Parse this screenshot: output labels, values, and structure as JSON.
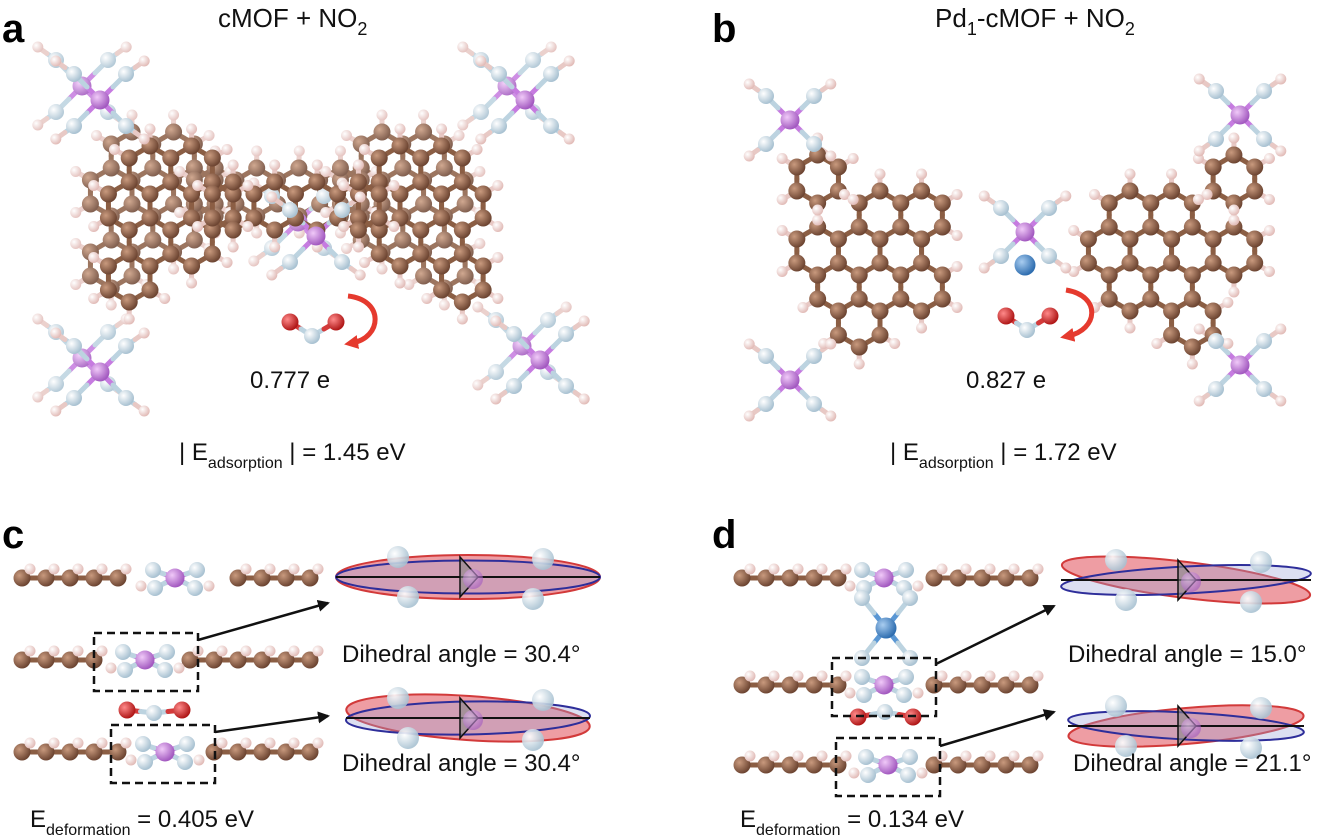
{
  "colors": {
    "carbon": "#8B5E44",
    "hydrogen": "#F2D7D5",
    "nitrogen": "#CFE0EA",
    "nickel": "#C67BE0",
    "palladium": "#4C8FD1",
    "oxygen": "#D42C2C",
    "arrow": "#E53A2E",
    "plane_red": "#E87C84",
    "plane_blue": "#2E2E9A"
  },
  "panels": {
    "a": {
      "letter": "a",
      "title_main": "cMOF + NO",
      "title_sub": "2",
      "charge": "0.777 e",
      "energy_pre": "| E",
      "energy_sub": "adsorption",
      "energy_post": " | = 1.45 eV"
    },
    "b": {
      "letter": "b",
      "title_pre": "Pd",
      "title_sub1": "1",
      "title_mid": "-cMOF + NO",
      "title_sub2": "2",
      "charge": "0.827 e",
      "energy_pre": "| E",
      "energy_sub": "adsorption",
      "energy_post": " | = 1.72 eV"
    },
    "c": {
      "letter": "c",
      "dihedral_top": "Dihedral angle = 30.4°",
      "dihedral_bottom": "Dihedral angle = 30.4°",
      "edef_pre": "E",
      "edef_sub": "deformation",
      "edef_post": " = 0.405 eV"
    },
    "d": {
      "letter": "d",
      "dihedral_top": "Dihedral angle = 15.0°",
      "dihedral_bottom": "Dihedral angle = 21.1°",
      "edef_pre": "E",
      "edef_sub": "deformation",
      "edef_post": " = 0.134 eV"
    }
  }
}
